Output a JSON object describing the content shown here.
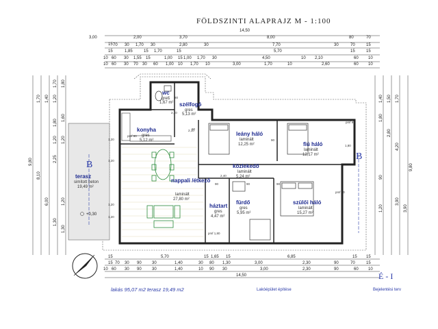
{
  "title": "FÖLDSZINTI ALAPRAJZ    M - 1:100",
  "dimensions": {
    "top_overall": "14,50",
    "top_row1": [
      "3,00",
      "2,00",
      "3,70",
      "8,00",
      "80",
      "70"
    ],
    "top_row2": [
      "15",
      "70",
      "30",
      "1,70",
      "30",
      "2,80",
      "30",
      "7,70",
      "30",
      "70",
      "15"
    ],
    "top_row3": [
      "15",
      "1,85",
      "15",
      "1,70",
      "15",
      "5,70",
      "15",
      "15"
    ],
    "top_row4": [
      "10",
      "60",
      "30",
      "1,55",
      "15",
      "1,00",
      "15",
      "1,00",
      "1,70",
      "30",
      "4,50",
      "10",
      "2,10",
      "60",
      "10"
    ],
    "top_row5": [
      "10",
      "60",
      "30",
      "70",
      "30",
      "60",
      "1,00",
      "10",
      "1,70",
      "10",
      "3,00",
      "1,70",
      "10",
      "2,60",
      "60",
      "10"
    ],
    "bottom_overall": "14,50",
    "bottom_row1": [
      "15",
      "5,70",
      "15",
      "1,65",
      "15",
      "6,85",
      "15",
      "15"
    ],
    "bottom_row2": [
      "15",
      "70",
      "30",
      "90",
      "30",
      "1,40",
      "30",
      "80",
      "1,30",
      "3,00",
      "2,30",
      "90",
      "70",
      "15"
    ],
    "bottom_row3": [
      "10",
      "60",
      "30",
      "90",
      "30",
      "1,40",
      "10",
      "90",
      "30",
      "3,00",
      "2,30",
      "90",
      "60",
      "10"
    ],
    "left_overall": "9,80",
    "left_row": [
      "8,10",
      "6,00",
      "2,25",
      "1,20",
      "1,80",
      "1,70",
      "1,40",
      "1,20",
      "1,20",
      "1,20",
      "1,60",
      "1,30",
      "1,30",
      "1,80",
      "1,70"
    ],
    "right_overall": "9,80",
    "right_row": [
      "4,20",
      "3,90",
      "3,90",
      "2,80",
      "1,80",
      "1,40",
      "1,50",
      "1,70",
      "90",
      "1,20"
    ]
  },
  "rooms": [
    {
      "name": "wc",
      "floor": "greß",
      "area": "1,67 m²"
    },
    {
      "name": "szélfogó",
      "floor": "gres",
      "area": "5,13 m²"
    },
    {
      "name": "konyha",
      "floor": "gres",
      "area": "5,12 m²"
    },
    {
      "name": "leány háló",
      "floor": "laminált",
      "area": "12,25 m²"
    },
    {
      "name": "fiú háló",
      "floor": "laminált",
      "area": "12,17 m²"
    },
    {
      "name": "közlekedő",
      "floor": "laminált",
      "area": "5,24 m²"
    },
    {
      "name": "nappali /étkező",
      "floor": "laminált",
      "area": "27,80 m²"
    },
    {
      "name": "háztart",
      "floor": "gres",
      "area": "4,47 m²"
    },
    {
      "name": "fürdő",
      "floor": "gres",
      "area": "5,95 m²"
    },
    {
      "name": "szülői háló",
      "floor": "laminált",
      "area": "15,27 m²"
    },
    {
      "name": "terasz",
      "floor": "simított beton",
      "area": "19,49 m²"
    }
  ],
  "openings": [
    "2,10",
    "2,40",
    "1,20",
    "90",
    "90",
    "pmf 90",
    "pmf 1,80",
    "2,10",
    "80",
    "1,20",
    "90",
    "90",
    "90",
    "1,80",
    "1,20",
    "1,20",
    "pmf 90",
    "pmf 90"
  ],
  "section_marks": {
    "left": "B",
    "right": "B"
  },
  "level_mark": "+0,30",
  "footer": {
    "summary": "lakás  95,07 m2  terasz  19,49 m2",
    "project": "Lakóépület építése",
    "sheet": "É - I",
    "plan_type": "Bejelentési terv"
  }
}
